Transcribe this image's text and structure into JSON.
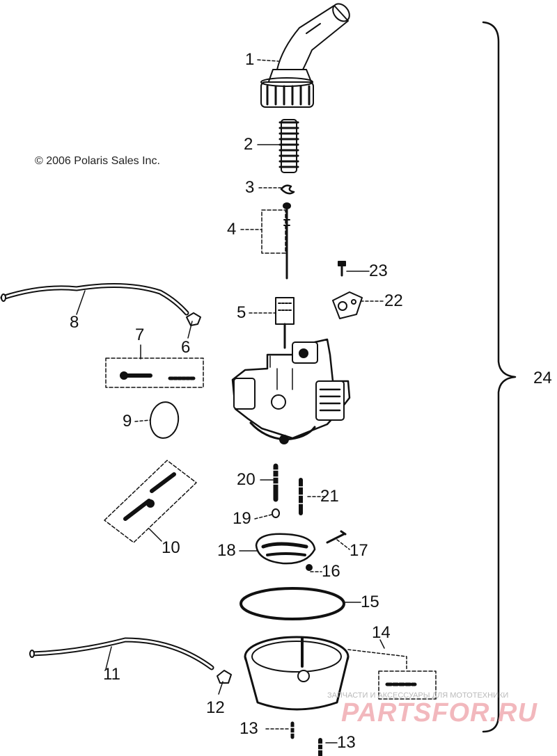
{
  "copyright": "© 2006 Polaris Sales Inc.",
  "callouts": [
    "1",
    "2",
    "3",
    "4",
    "5",
    "6",
    "7",
    "8",
    "9",
    "10",
    "11",
    "12",
    "13",
    "13",
    "14",
    "15",
    "16",
    "17",
    "18",
    "19",
    "20",
    "21",
    "22",
    "23",
    "24"
  ],
  "watermark": {
    "tagline": "ЗАПЧАСТИ И АКСЕССУАРЫ ДЛЯ МОТОТЕХНИКИ",
    "logo": "PARTSFOR.RU"
  }
}
